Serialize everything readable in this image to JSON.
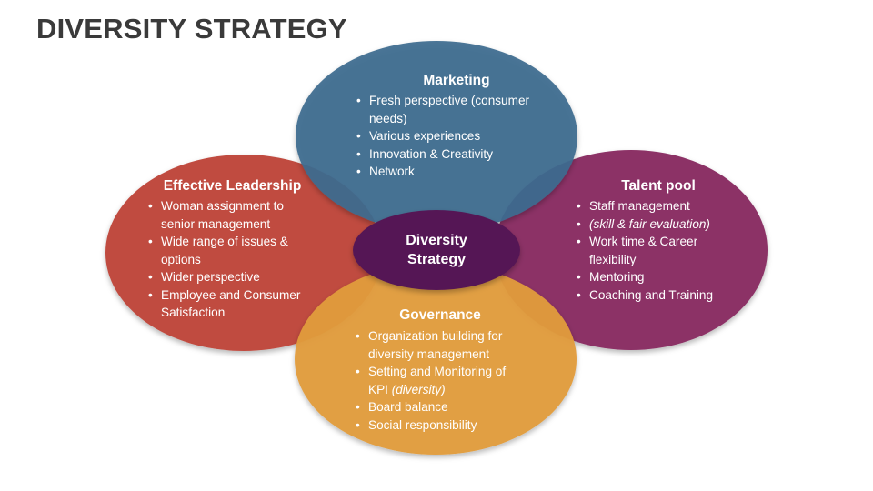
{
  "title": "DIVERSITY STRATEGY",
  "center": {
    "line1": "Diversity",
    "line2": "Strategy"
  },
  "colors": {
    "marketing": "#3c6c8f",
    "leadership": "#c04b3f",
    "talent": "#8c3166",
    "governance": "#e29c3b",
    "center": "#551854"
  },
  "marketing": {
    "title": "Marketing",
    "items": [
      "Fresh perspective (consumer needs)",
      "Various experiences",
      "Innovation & Creativity",
      "Network"
    ]
  },
  "leadership": {
    "title": "Effective Leadership",
    "items": [
      "Woman assignment to senior management",
      "Wide range of issues & options",
      "Wider perspective",
      "Employee and Consumer Satisfaction"
    ]
  },
  "talent": {
    "title": "Talent pool",
    "items": [
      "Staff management",
      "(skill & fair evaluation)",
      "Work time & Career flexibility",
      "Mentoring",
      "Coaching and Training"
    ]
  },
  "governance": {
    "title": "Governance",
    "items": [
      "Organization building for diversity management",
      "Setting and Monitoring of KPI",
      "Board balance",
      "Social responsibility"
    ],
    "kpi_note": "(diversity)"
  }
}
